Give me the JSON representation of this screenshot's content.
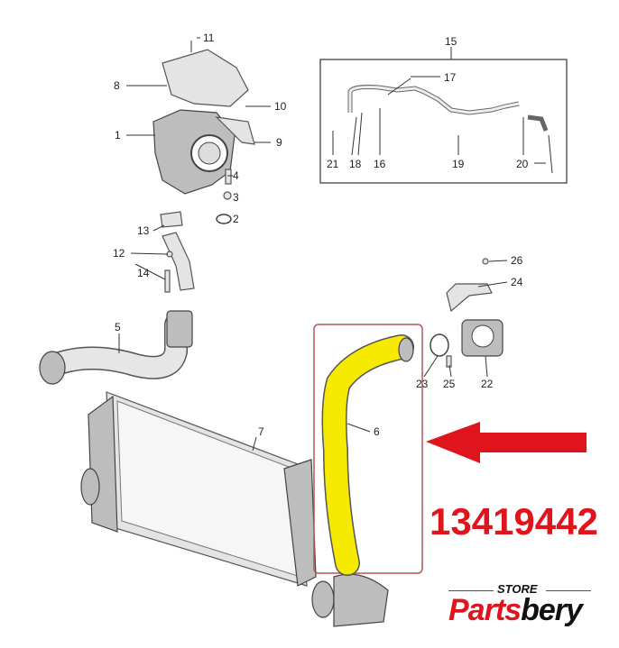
{
  "diagram": {
    "callouts": {
      "c1": "1",
      "c2": "2",
      "c3": "3",
      "c4": "4",
      "c5": "5",
      "c6": "6",
      "c7": "7",
      "c8": "8",
      "c9": "9",
      "c10": "10",
      "c11": "11",
      "c12": "12",
      "c13": "13",
      "c14": "14",
      "c15": "15",
      "c16": "16",
      "c17": "17",
      "c18": "18",
      "c19": "19",
      "c20": "20",
      "c21": "21",
      "c22": "22",
      "c23": "23",
      "c24": "24",
      "c25": "25",
      "c26": "26"
    },
    "highlight_color": "#f5ea00",
    "accent_color": "#e0141c"
  },
  "part_number": "13419442",
  "logo": {
    "store": "STORE",
    "brand_red": "Parts",
    "brand_black": "bery"
  }
}
